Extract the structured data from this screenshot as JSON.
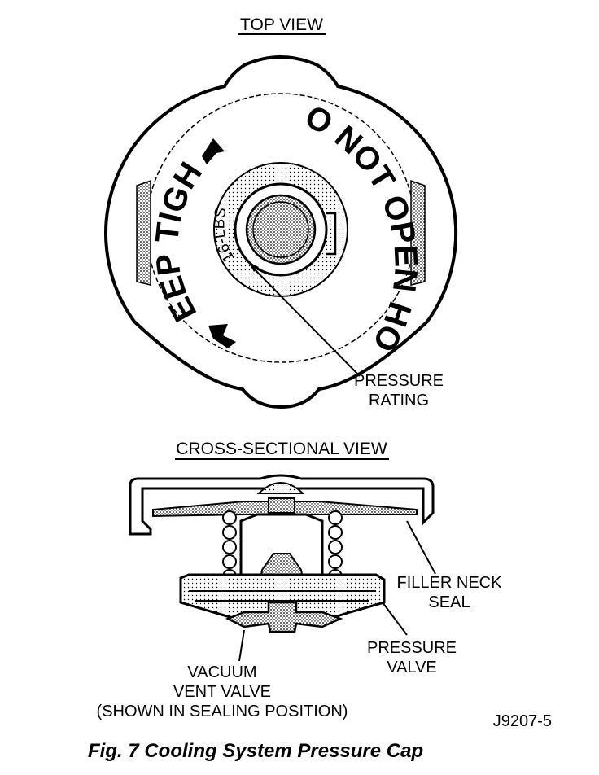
{
  "top_view": {
    "title": "TOP VIEW",
    "cap_text_left": "KEEP TIGHT",
    "cap_text_right": "DO NOT OPEN HOT",
    "rating_mark": "16-LBS",
    "callout_line1": "PRESSURE",
    "callout_line2": "RATING"
  },
  "cross_section": {
    "title": "CROSS-SECTIONAL VIEW",
    "filler_neck_seal_line1": "FILLER NECK",
    "filler_neck_seal_line2": "SEAL",
    "pressure_valve_line1": "PRESSURE",
    "pressure_valve_line2": "VALVE",
    "vacuum_line1": "VACUUM",
    "vacuum_line2": "VENT VALVE",
    "vacuum_line3": "(SHOWN IN SEALING POSITION)"
  },
  "figure_code": "J9207-5",
  "caption": "Fig. 7 Cooling System Pressure Cap",
  "colors": {
    "ink": "#000000",
    "paper": "#ffffff",
    "shade": "#b8b8b8"
  }
}
